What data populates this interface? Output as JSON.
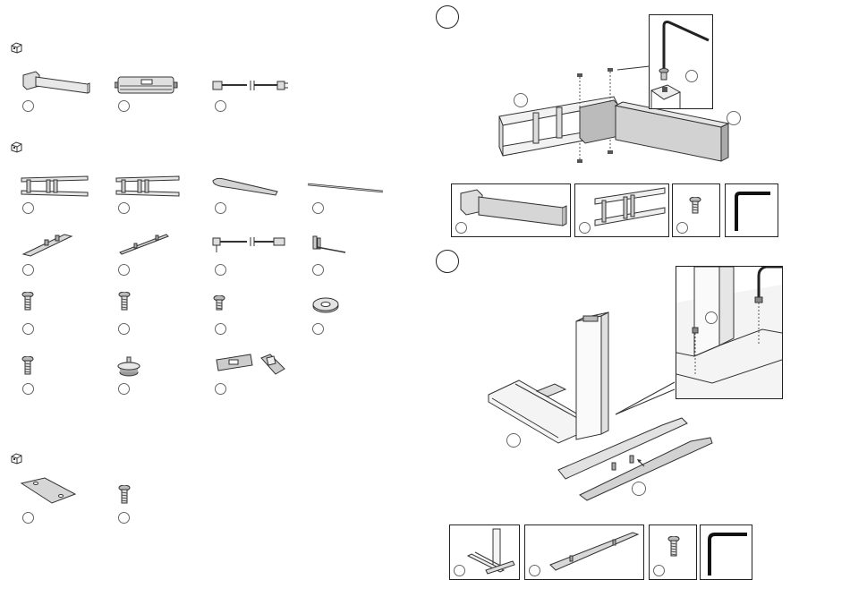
{
  "left_page": {
    "package_icon": "package-box-icon",
    "groups": [
      {
        "name": "package-group-1",
        "items": [
          {
            "icon": "leg-foot-bracket-icon",
            "label": ""
          },
          {
            "icon": "control-box-icon",
            "label": ""
          },
          {
            "icon": "power-cable-icon",
            "label": ""
          }
        ]
      },
      {
        "name": "package-group-2",
        "items": [
          {
            "icon": "frame-rail-icon",
            "label": ""
          },
          {
            "icon": "frame-rail-icon",
            "label": ""
          },
          {
            "icon": "foot-icon",
            "label": ""
          },
          {
            "icon": "rod-icon",
            "label": ""
          },
          {
            "icon": "foot-bracket-icon",
            "label": ""
          },
          {
            "icon": "support-bar-icon",
            "label": ""
          },
          {
            "icon": "motor-cable-icon",
            "label": ""
          },
          {
            "icon": "cable-clip-icon",
            "label": ""
          },
          {
            "icon": "screw-long-icon",
            "label": ""
          },
          {
            "icon": "screw-medium-icon",
            "label": ""
          },
          {
            "icon": "screw-short-icon",
            "label": ""
          },
          {
            "icon": "washer-icon",
            "label": ""
          },
          {
            "icon": "screw-wood-icon",
            "label": ""
          },
          {
            "icon": "leveling-foot-icon",
            "label": ""
          },
          {
            "icon": "control-panel-icon",
            "label": ""
          }
        ]
      },
      {
        "name": "package-group-3",
        "items": [
          {
            "icon": "mounting-plate-icon",
            "label": ""
          },
          {
            "icon": "screw-icon",
            "label": ""
          }
        ]
      }
    ]
  },
  "right_page": {
    "steps": [
      {
        "number": "",
        "parts": [
          "leg-bracket-icon",
          "frame-icon",
          "screw-icon",
          "hex-key-icon"
        ]
      },
      {
        "number": "",
        "parts": [
          "leg-frame-icon",
          "foot-icon",
          "screw-icon",
          "hex-key-icon"
        ]
      }
    ]
  }
}
